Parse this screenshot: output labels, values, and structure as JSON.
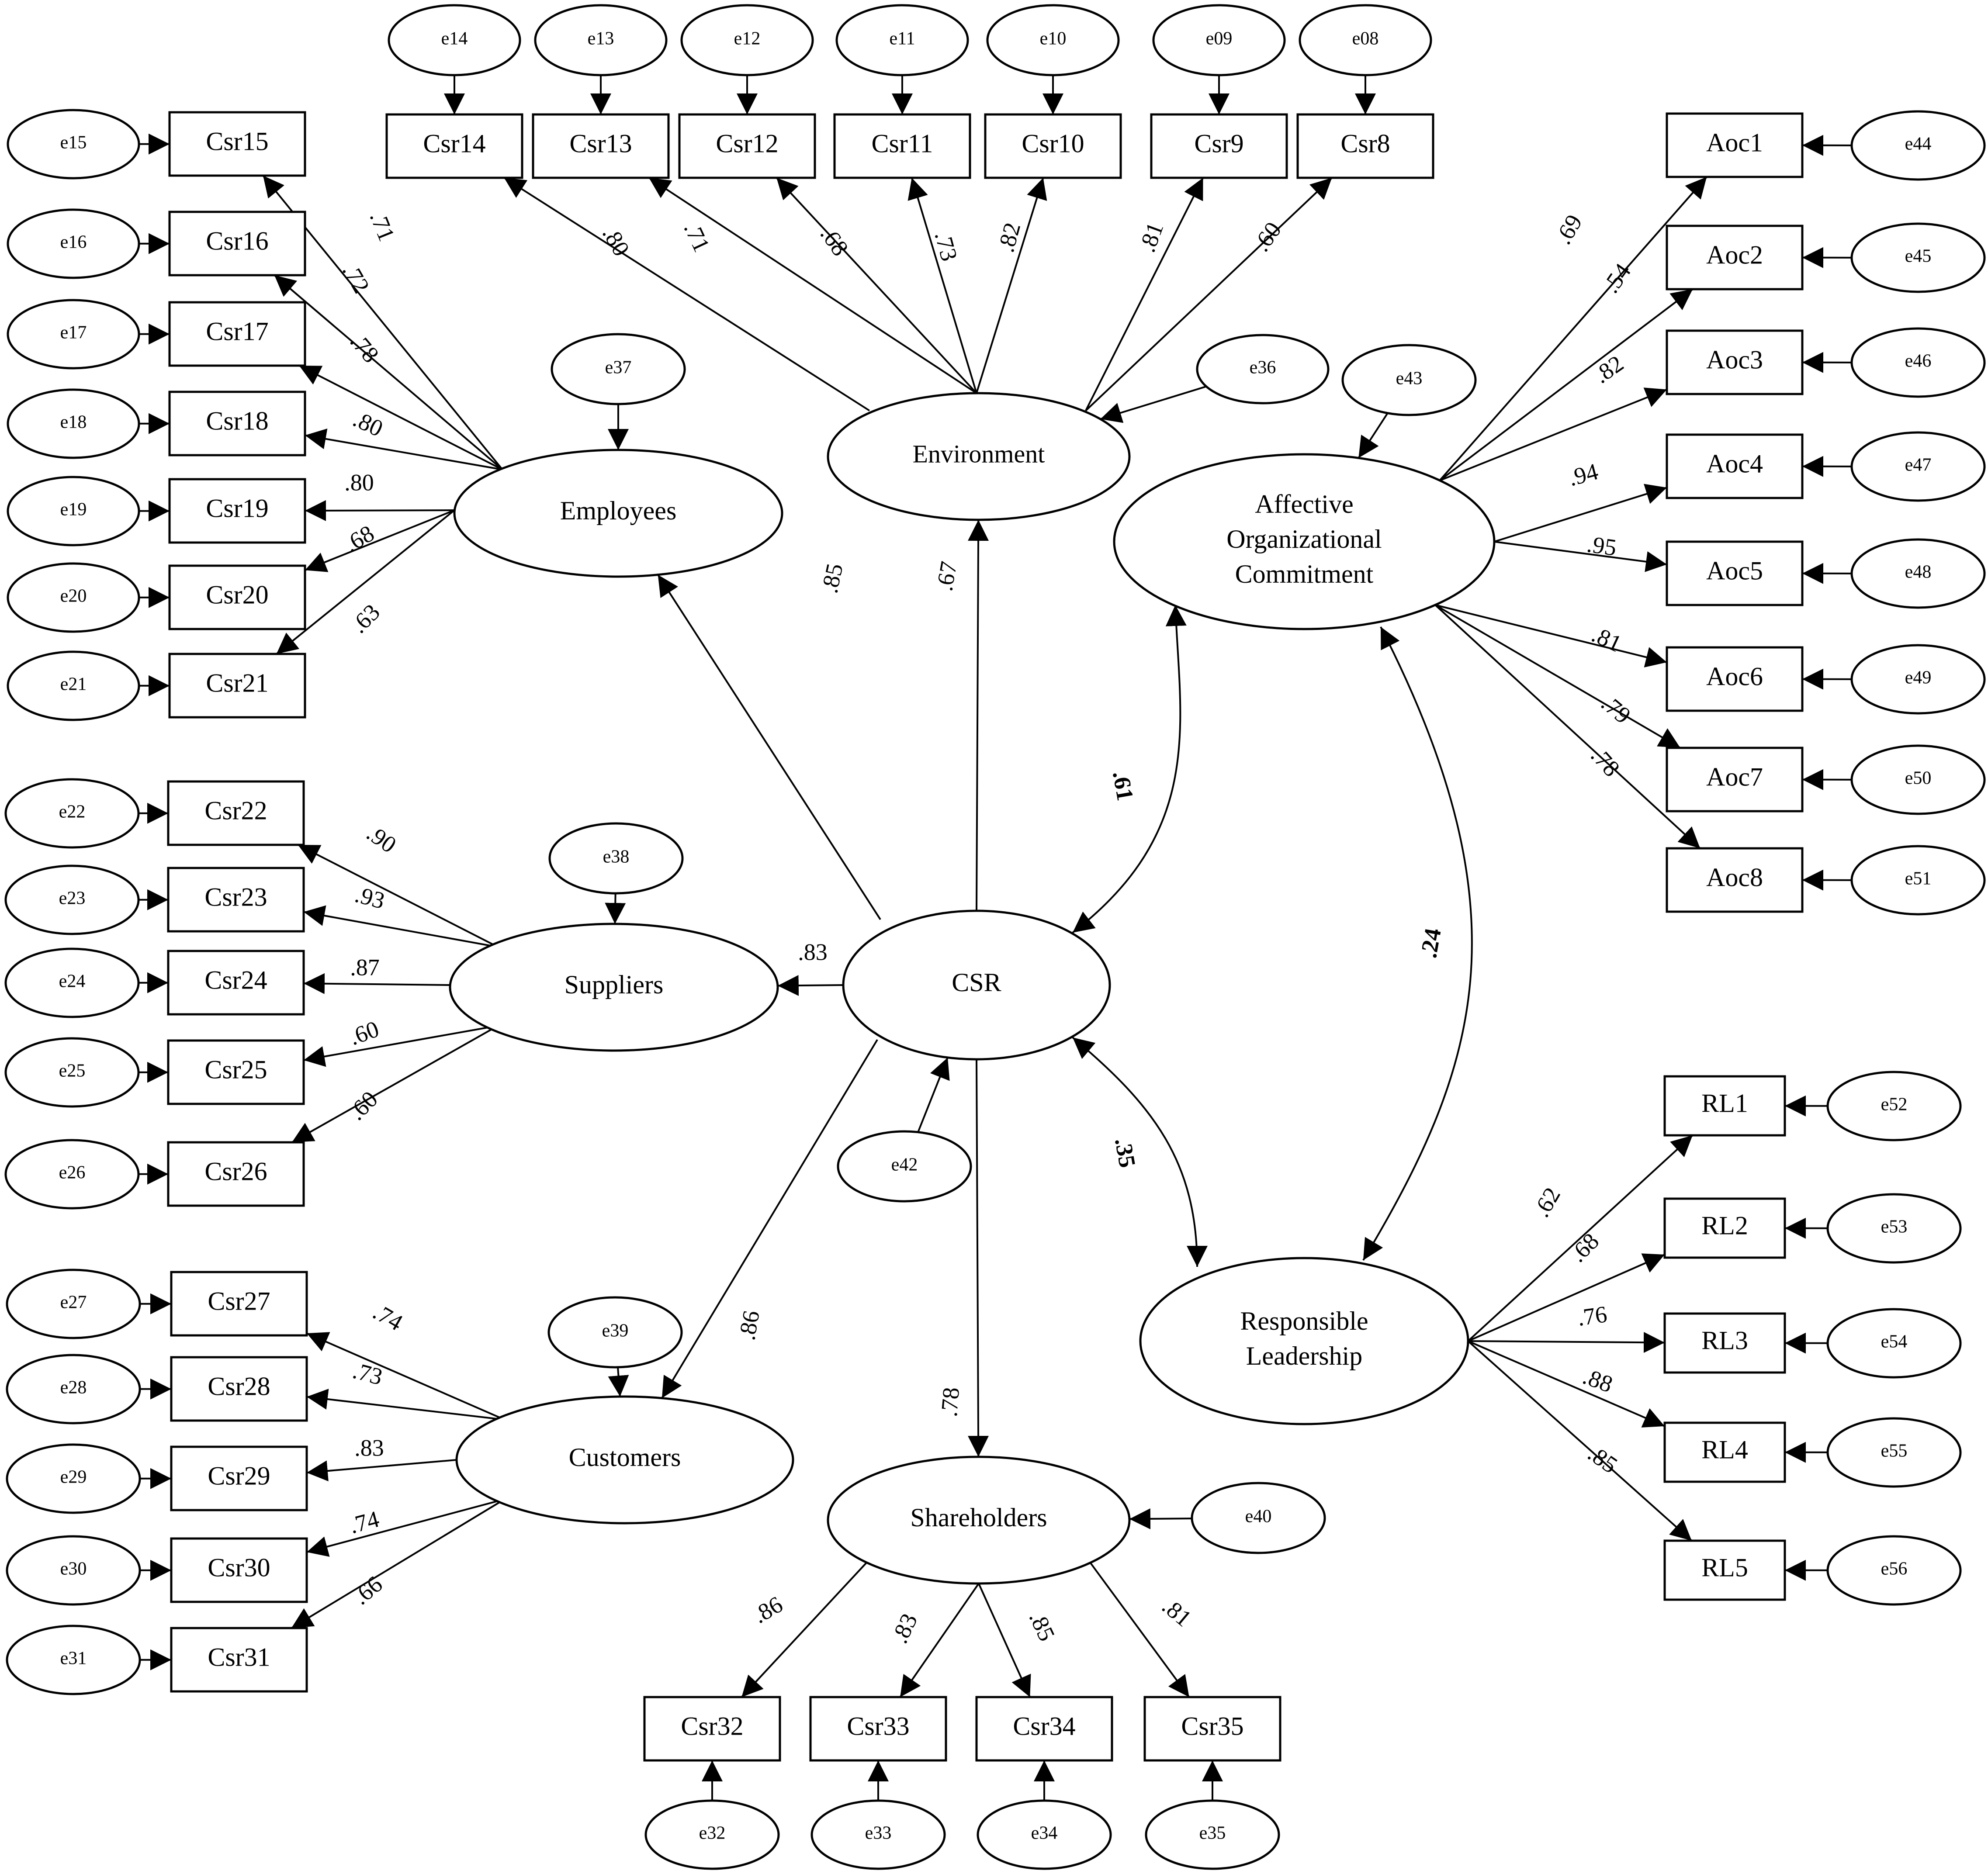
{
  "latents": {
    "CSR": "CSR",
    "Environment": "Environment",
    "Employees": "Employees",
    "Suppliers": "Suppliers",
    "Customers": "Customers",
    "Shareholders": "Shareholders",
    "AOC": [
      "Affective",
      "Organizational",
      "Commitment"
    ],
    "RL": [
      "Responsible",
      "Leadership"
    ]
  },
  "indicators": {
    "Csr8": "Csr8",
    "Csr9": "Csr9",
    "Csr10": "Csr10",
    "Csr11": "Csr11",
    "Csr12": "Csr12",
    "Csr13": "Csr13",
    "Csr14": "Csr14",
    "Csr15": "Csr15",
    "Csr16": "Csr16",
    "Csr17": "Csr17",
    "Csr18": "Csr18",
    "Csr19": "Csr19",
    "Csr20": "Csr20",
    "Csr21": "Csr21",
    "Csr22": "Csr22",
    "Csr23": "Csr23",
    "Csr24": "Csr24",
    "Csr25": "Csr25",
    "Csr26": "Csr26",
    "Csr27": "Csr27",
    "Csr28": "Csr28",
    "Csr29": "Csr29",
    "Csr30": "Csr30",
    "Csr31": "Csr31",
    "Csr32": "Csr32",
    "Csr33": "Csr33",
    "Csr34": "Csr34",
    "Csr35": "Csr35",
    "Aoc1": "Aoc1",
    "Aoc2": "Aoc2",
    "Aoc3": "Aoc3",
    "Aoc4": "Aoc4",
    "Aoc5": "Aoc5",
    "Aoc6": "Aoc6",
    "Aoc7": "Aoc7",
    "Aoc8": "Aoc8",
    "RL1": "RL1",
    "RL2": "RL2",
    "RL3": "RL3",
    "RL4": "RL4",
    "RL5": "RL5"
  },
  "errors": {
    "e08": "e08",
    "e09": "e09",
    "e10": "e10",
    "e11": "e11",
    "e12": "e12",
    "e13": "e13",
    "e14": "e14",
    "e15": "e15",
    "e16": "e16",
    "e17": "e17",
    "e18": "e18",
    "e19": "e19",
    "e20": "e20",
    "e21": "e21",
    "e22": "e22",
    "e23": "e23",
    "e24": "e24",
    "e25": "e25",
    "e26": "e26",
    "e27": "e27",
    "e28": "e28",
    "e29": "e29",
    "e30": "e30",
    "e31": "e31",
    "e32": "e32",
    "e33": "e33",
    "e34": "e34",
    "e35": "e35",
    "e36": "e36",
    "e37": "e37",
    "e38": "e38",
    "e39": "e39",
    "e40": "e40",
    "e42": "e42",
    "e43": "e43",
    "e44": "e44",
    "e45": "e45",
    "e46": "e46",
    "e47": "e47",
    "e48": "e48",
    "e49": "e49",
    "e50": "e50",
    "e51": "e51",
    "e52": "e52",
    "e53": "e53",
    "e54": "e54",
    "e55": "e55",
    "e56": "e56"
  },
  "structural": {
    "csr_environment": ".67",
    "csr_employees": ".85",
    "csr_suppliers": ".83",
    "csr_customers": ".86",
    "csr_shareholders": ".78"
  },
  "loadings": {
    "environment": {
      "Csr14": ".80",
      "Csr13": ".71",
      "Csr12": ".68",
      "Csr11": ".73",
      "Csr10": ".82",
      "Csr9": ".81",
      "Csr8": ".60"
    },
    "employees": {
      "Csr15": ".71",
      "Csr16": ".72",
      "Csr17": ".78",
      "Csr18": ".80",
      "Csr19": ".80",
      "Csr20": ".68",
      "Csr21": ".63"
    },
    "suppliers": {
      "Csr22": ".90",
      "Csr23": ".93",
      "Csr24": ".87",
      "Csr25": ".60",
      "Csr26": ".60"
    },
    "customers": {
      "Csr27": ".74",
      "Csr28": ".73",
      "Csr29": ".83",
      "Csr30": ".74",
      "Csr31": ".66"
    },
    "shareholders": {
      "Csr32": ".86",
      "Csr33": ".83",
      "Csr34": ".85",
      "Csr35": ".81"
    },
    "aoc": {
      "Aoc1": ".69",
      "Aoc2": ".54",
      "Aoc3": ".82",
      "Aoc4": ".94",
      "Aoc5": ".95",
      "Aoc6": ".81",
      "Aoc7": ".79",
      "Aoc8": ".78"
    },
    "rl": {
      "RL1": ".62",
      "RL2": ".68",
      "RL3": ".76",
      "RL4": ".88",
      "RL5": ".85"
    }
  },
  "correlations": {
    "csr_aoc": ".61",
    "csr_rl": ".35",
    "aoc_rl": ".24"
  }
}
